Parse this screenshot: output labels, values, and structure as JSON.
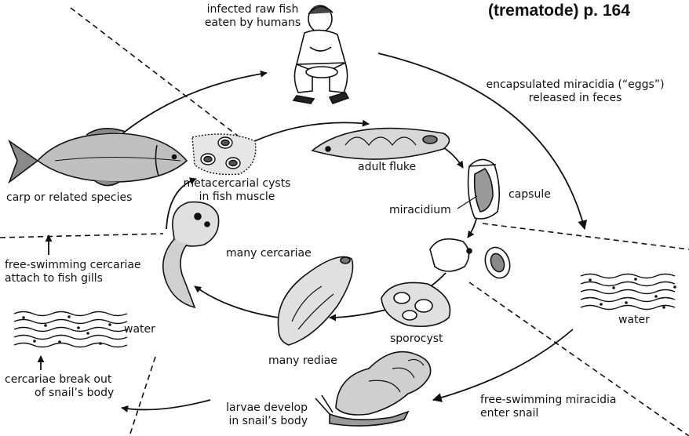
{
  "title": "(trematode) p. 164",
  "labels": {
    "human": [
      "infected raw fish",
      "eaten by humans"
    ],
    "eggs": [
      "encapsulated miracidia (“eggs”)",
      "released in feces"
    ],
    "adult_fluke": "adult fluke",
    "capsule": "capsule",
    "miracidium": "miracidium",
    "metacercarial": [
      "metacercarial cysts",
      "in fish muscle"
    ],
    "carp": "carp or related species",
    "many_cercariae": "many cercariae",
    "free_cercariae": [
      "free-swimming cercariae",
      "attach to fish gills"
    ],
    "water_left": "water",
    "water_right": "water",
    "cercariae_break": [
      "cercariae break out",
      "of snail’s body"
    ],
    "many_rediae": "many rediae",
    "sporocyst": "sporocyst",
    "larvae": [
      "larvae develop",
      "in snail’s body"
    ],
    "miracidia_enter": [
      "free-swimming miracidia",
      "enter snail"
    ]
  },
  "colors": {
    "ink": "#111111",
    "background": "#ffffff"
  }
}
